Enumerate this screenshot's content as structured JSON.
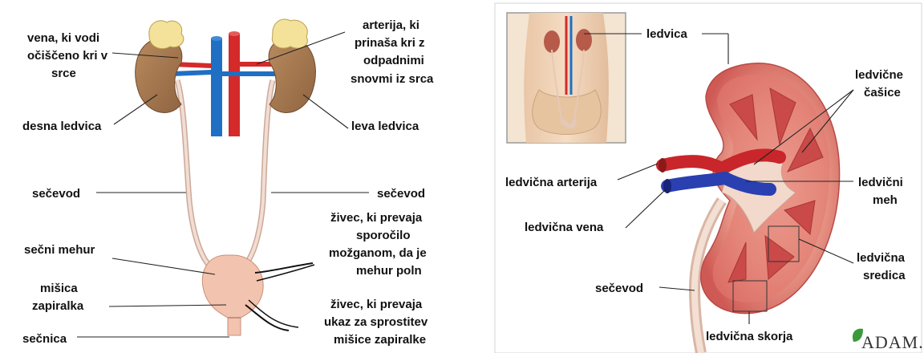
{
  "left": {
    "labels": {
      "vena_l1": "vena, ki vodi",
      "vena_l2": "očiščeno kri v",
      "vena_l3": "srce",
      "arterija_l1": "arterija, ki",
      "arterija_l2": "prinaša kri z",
      "arterija_l3": "odpadnimi",
      "arterija_l4": "snovmi iz srca",
      "desna_ledvica": "desna ledvica",
      "leva_ledvica": "leva ledvica",
      "secevod_left": "sečevod",
      "secevod_right": "sečevod",
      "secni_mehur": "sečni mehur",
      "misica_l1": "mišica",
      "misica_l2": "zapiralka",
      "secnica": "sečnica",
      "zivec1_l1": "živec, ki prevaja",
      "zivec1_l2": "sporočilo",
      "zivec1_l3": "možganom, da je",
      "zivec1_l4": "mehur poln",
      "zivec2_l1": "živec, ki prevaja",
      "zivec2_l2": "ukaz za sprostitev",
      "zivec2_l3": "mišice zapiralke"
    }
  },
  "right": {
    "labels": {
      "ledvica": "ledvica",
      "ledvicne_casice_l1": "ledvične",
      "ledvicne_casice_l2": "čašice",
      "ledvicna_arterija": "ledvična arterija",
      "ledvicni_meh_l1": "ledvični",
      "ledvicni_meh_l2": "meh",
      "ledvicna_vena": "ledvična vena",
      "ledvicna_sredica_l1": "ledvična",
      "ledvicna_sredica_l2": "sredica",
      "secevod": "sečevod",
      "ledvicna_skorja": "ledvična skorja"
    },
    "logo": "ADAM."
  },
  "colors": {
    "kidney": "#a87a52",
    "adrenal": "#f4e29a",
    "vein": "#1f6fc4",
    "artery": "#d42a2a",
    "bladder": "#f2c3ae",
    "ureter": "#efcfc0",
    "cortex": "#d9605a",
    "medulla": "#c24848"
  }
}
